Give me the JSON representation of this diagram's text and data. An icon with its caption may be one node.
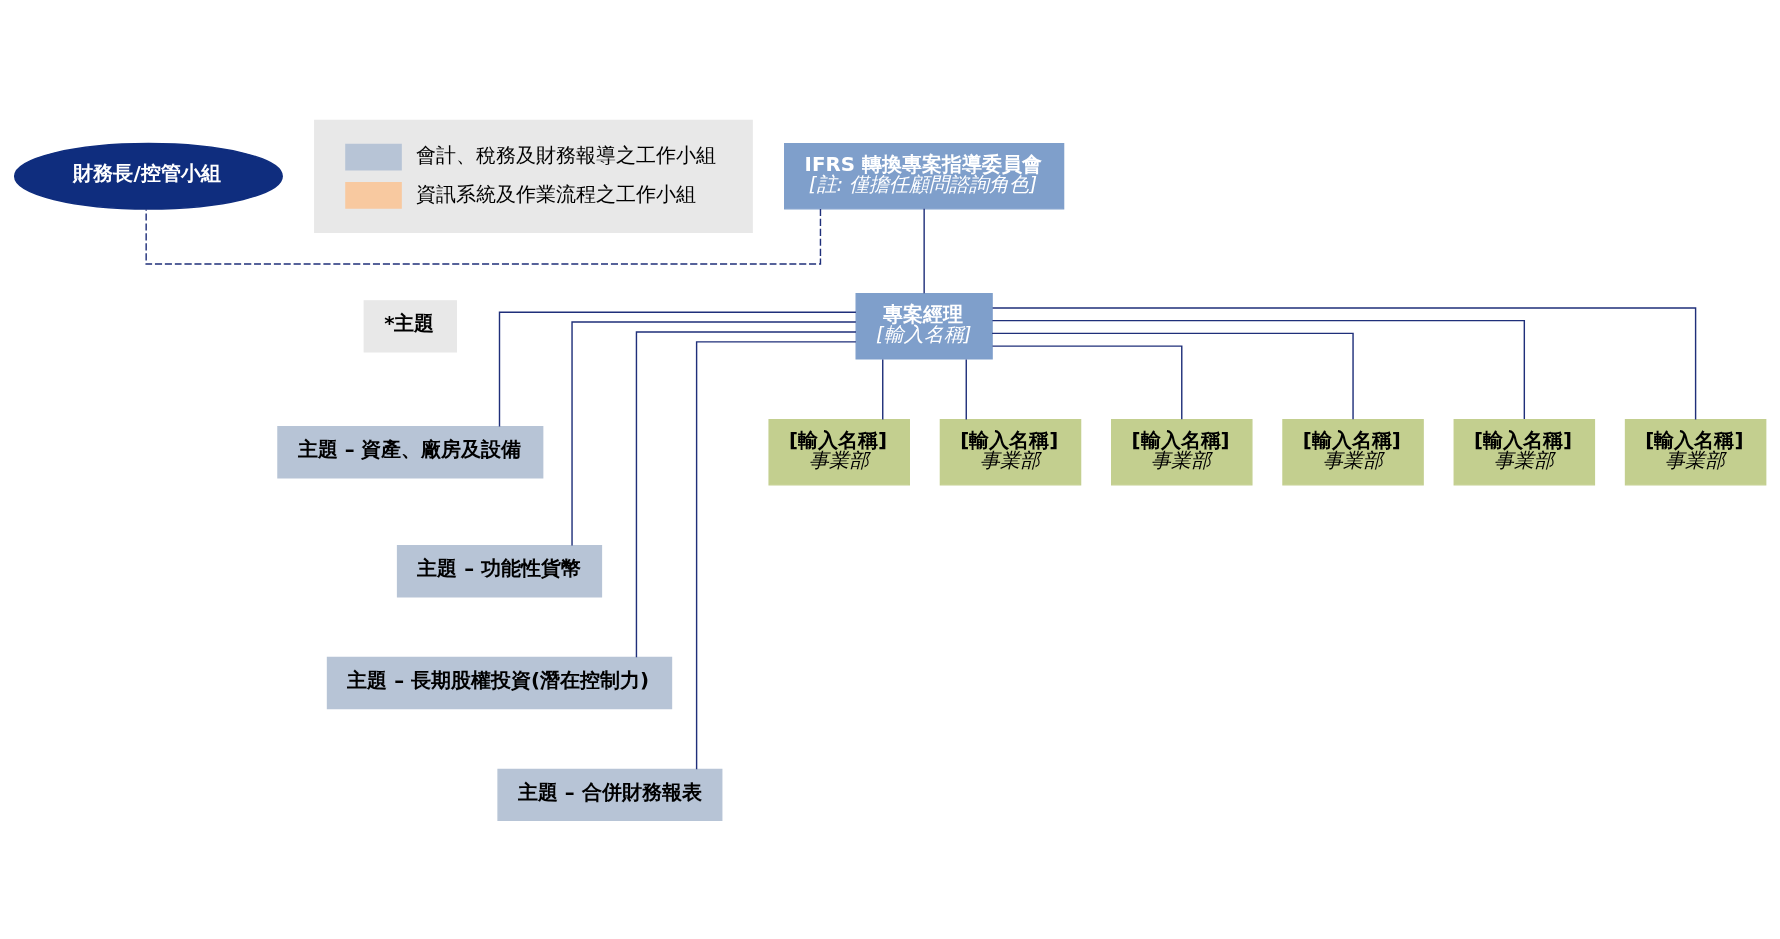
{
  "diagram": {
    "nodes": [
      {
        "text": [
          "IFRS 轉換專案指導委員會",
          "[註: 僅擔任顧問諮詢角色]"
        ]
      },
      {
        "text": [
          "財務長/控管小組"
        ]
      },
      {
        "text": [
          "專案經理",
          "[輸入名稱]"
        ]
      },
      {
        "text": [
          "*主題"
        ]
      },
      {
        "text": [
          "主題 – 資產、廠房及設備"
        ]
      },
      {
        "text": [
          "主題 – 功能性貨幣"
        ]
      },
      {
        "text": [
          "主題 – 長期股權投資(潛在控制力)"
        ]
      },
      {
        "text": [
          "主題 – 合併財務報表"
        ]
      },
      {
        "text": [
          "[輸入名稱]",
          "事業部"
        ]
      },
      {
        "text": [
          "[輸入名稱]",
          "事業部"
        ]
      },
      {
        "text": [
          "[輸入名稱]",
          "事業部"
        ]
      },
      {
        "text": [
          "[輸入名稱]",
          "事業部"
        ]
      },
      {
        "text": [
          "[輸入名稱]",
          "事業部"
        ]
      },
      {
        "text": [
          "[輸入名稱]",
          "事業部"
        ]
      }
    ],
    "edges": [
      {
        "from": 0,
        "to": 1,
        "arrow": "none",
        "style": "dashed"
      },
      {
        "from": 0,
        "to": 2,
        "arrow": "none"
      },
      {
        "from": 2,
        "to": 4,
        "arrow": "none"
      },
      {
        "from": 2,
        "to": 5,
        "arrow": "none"
      },
      {
        "from": 2,
        "to": 6,
        "arrow": "none"
      },
      {
        "from": 2,
        "to": 7,
        "arrow": "none"
      },
      {
        "from": 2,
        "to": 8,
        "arrow": "none"
      },
      {
        "from": 2,
        "to": 9,
        "arrow": "none"
      },
      {
        "from": 2,
        "to": 10,
        "arrow": "none"
      },
      {
        "from": 2,
        "to": 11,
        "arrow": "none"
      },
      {
        "from": 2,
        "to": 12,
        "arrow": "none"
      },
      {
        "from": 2,
        "to": 13,
        "arrow": "none"
      }
    ],
    "legend": [
      {
        "text": "會計、稅務及財務報導之工作小組",
        "color": "#b7c4d6"
      },
      {
        "text": "資訊系統及作業流程之工作小組",
        "color": "#f8c9a0"
      }
    ]
  }
}
